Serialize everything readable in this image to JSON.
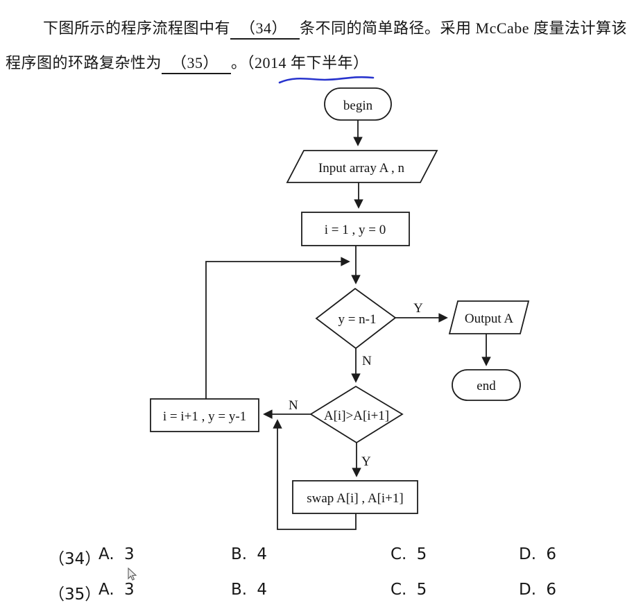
{
  "question": {
    "line1": {
      "pre": "下图所示的程序流程图中有",
      "blank": "（34）",
      "post": "条不同的简单路径。采用 McCabe 度量法计算该"
    },
    "line2": {
      "pre": "程序图的环路复杂性为",
      "blank": "（35）",
      "period": "。",
      "source": "（2014 年下半年）"
    }
  },
  "flowchart": {
    "nodes": {
      "begin": "begin",
      "input": "Input array A , n",
      "init": "i = 1 , y = 0",
      "cond1": "y = n-1",
      "output": "Output A",
      "end": "end",
      "cond2": "A[i]>A[i+1]",
      "decrement": "i = i+1 , y = y-1",
      "swap": "swap A[i] , A[i+1]"
    },
    "labels": {
      "yes": "Y",
      "no": "N"
    }
  },
  "options": {
    "rows": [
      {
        "num": "（34）",
        "a": "A. 3",
        "b": "B. 4",
        "c": "C. 5",
        "d": "D. 6"
      },
      {
        "num": "（35）",
        "a": "A. 3",
        "b": "B. 4",
        "c": "C. 5",
        "d": "D. 6"
      }
    ]
  },
  "colors": {
    "ink": "#1c1c1c",
    "annotation_blue": "#2733cd"
  }
}
